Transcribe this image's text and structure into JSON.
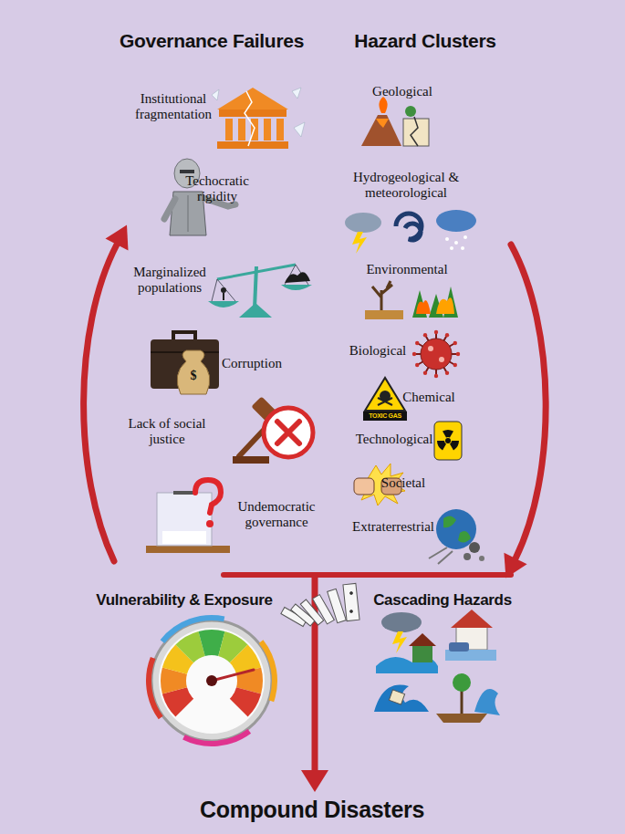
{
  "diagram": {
    "labels": [
      "Governance Failures",
      "Hazard Clusters",
      "Institutional fragmentation",
      "Geological",
      "Techocratic rigidity",
      "Hydrogeological & meteorological",
      "Marginalized populations",
      "Environmental",
      "Biological",
      "Corruption",
      "$",
      "TOXIC GAS",
      "Chemical",
      "Lack of social justice",
      "Technological",
      "Societal",
      "Undemocratic governance",
      "Extraterrestrial",
      "Vulnerability & Exposure",
      "Cascading Hazards",
      "Compound Disasters"
    ]
  }
}
